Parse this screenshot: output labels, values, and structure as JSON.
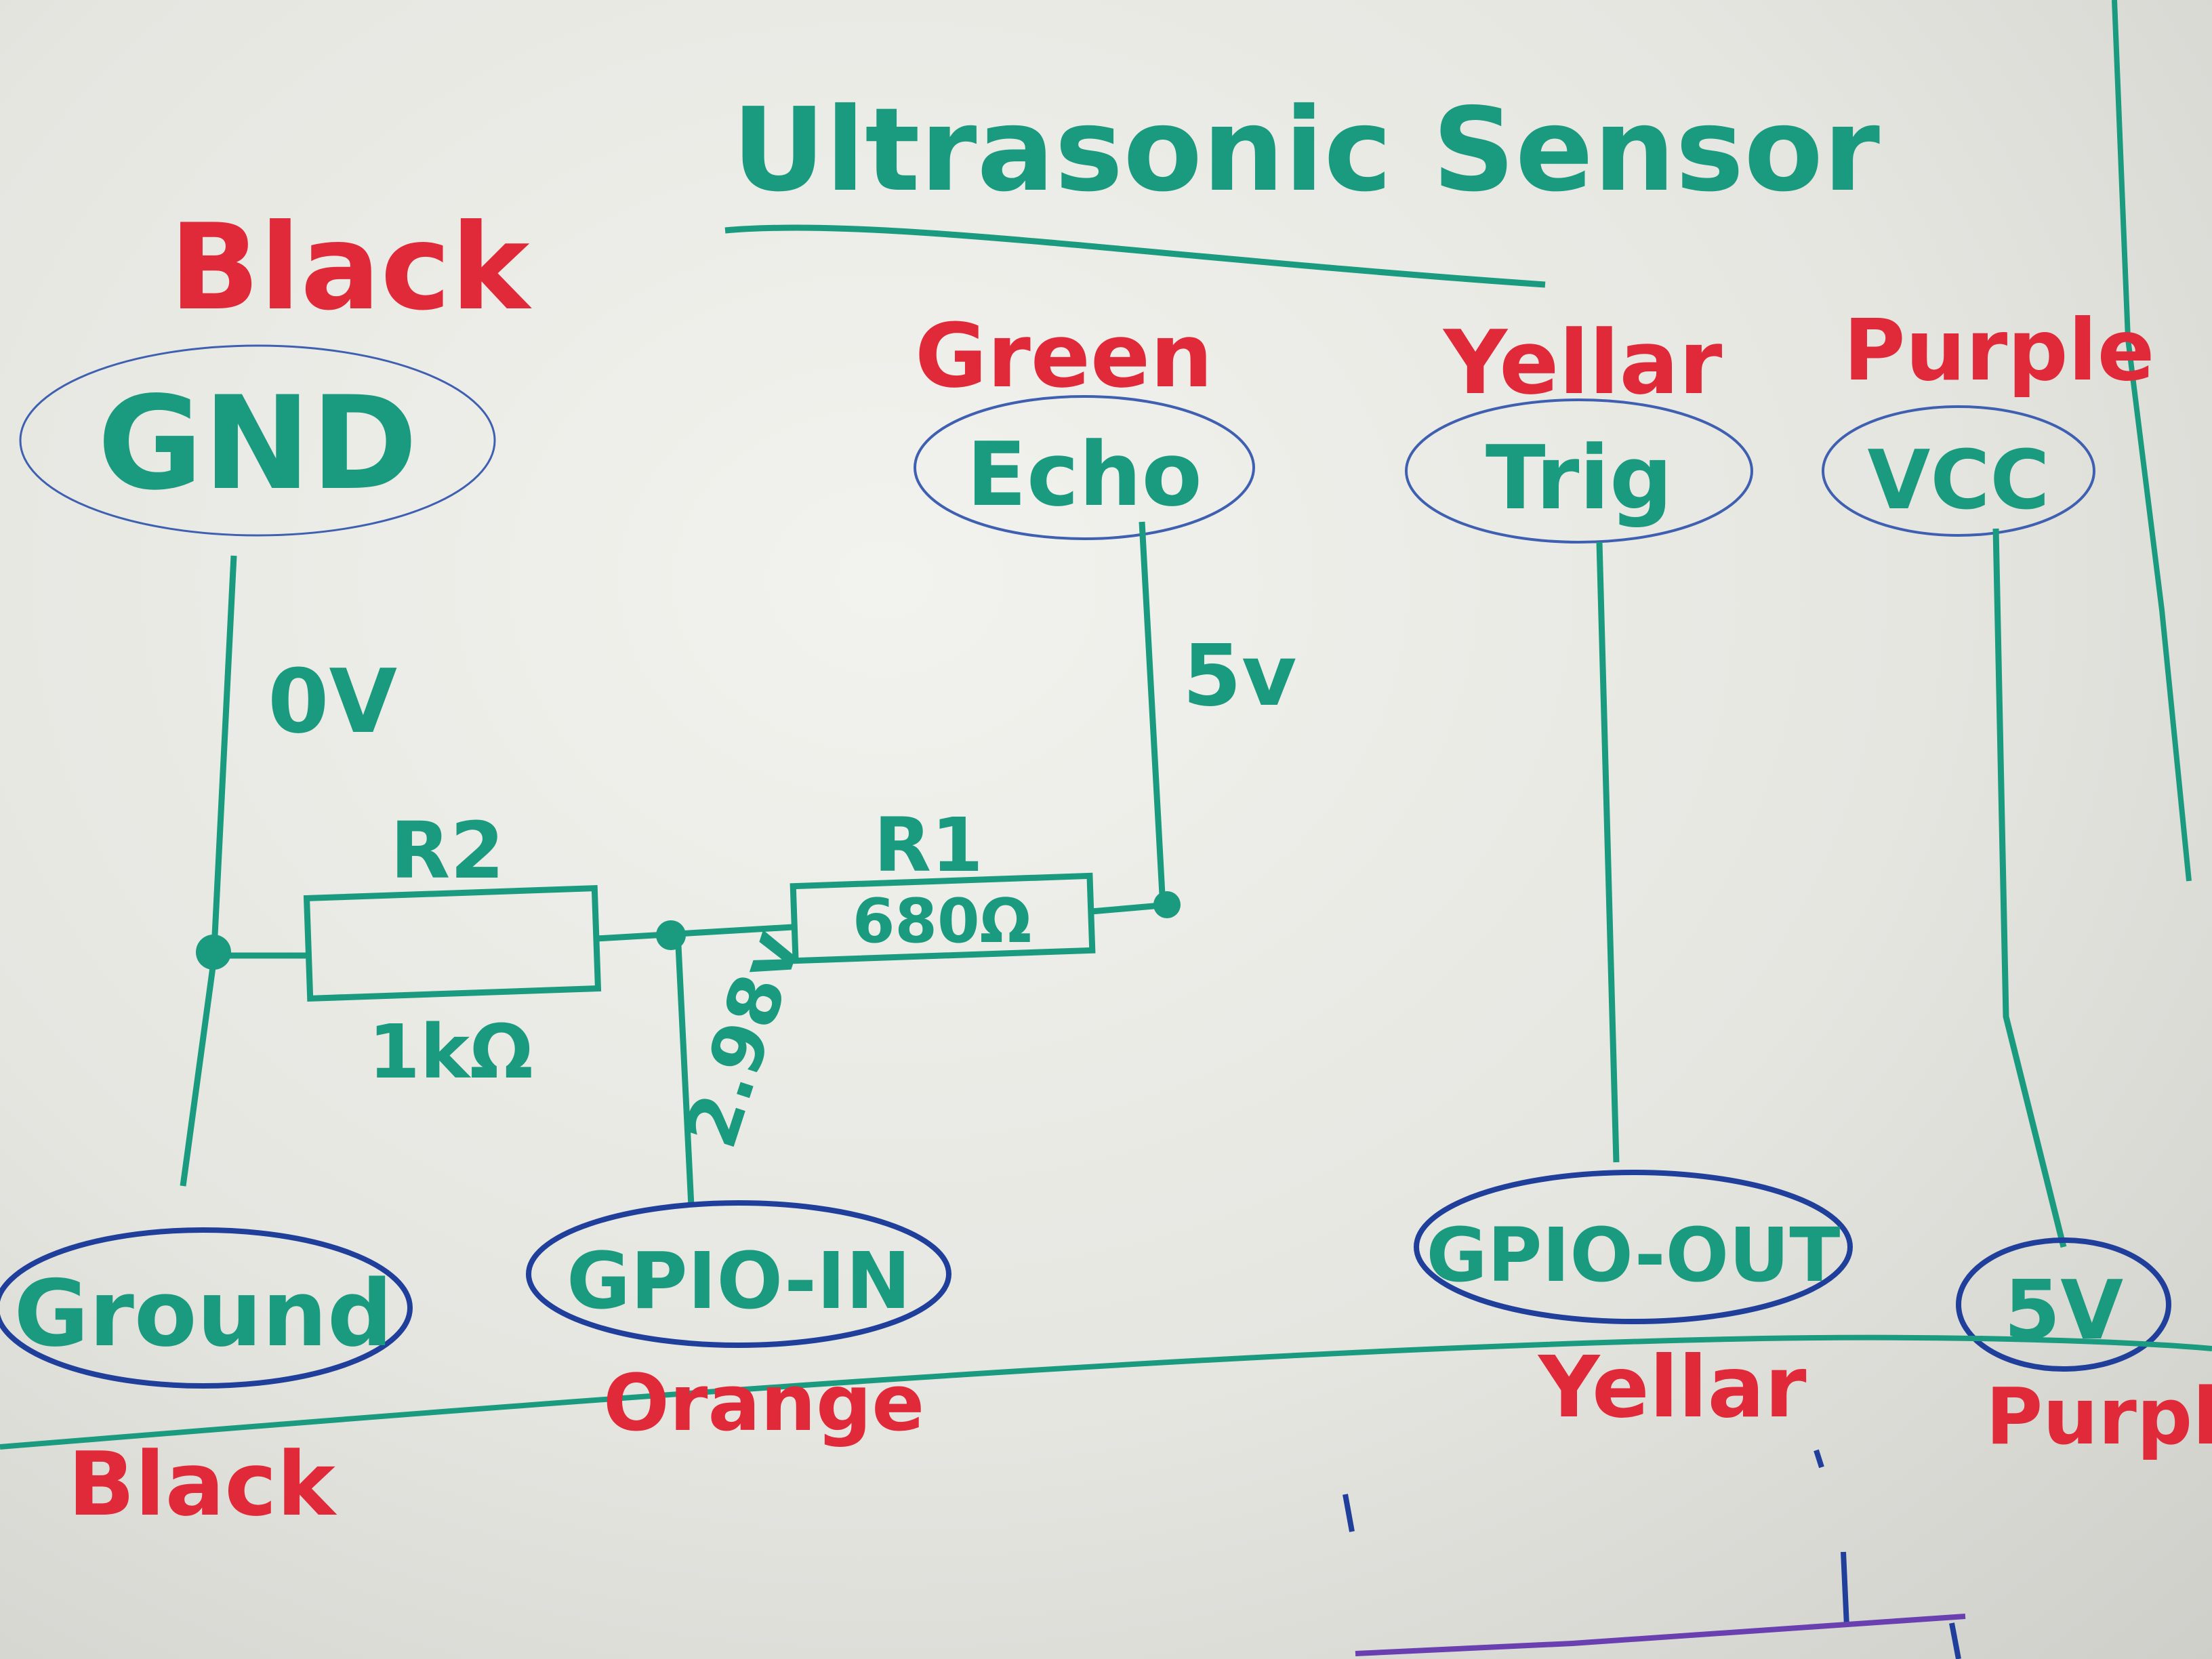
{
  "title": "Ultrasonic Sensor",
  "colors": {
    "marker_teal": "#1a9a7e",
    "marker_red": "#e02a3a",
    "marker_blue": "#1f3f9a",
    "marker_purple": "#6a3fb0"
  },
  "sensor_pins": [
    {
      "pin": "GND",
      "color": "Black",
      "voltage": "0V"
    },
    {
      "pin": "Echo",
      "color": "Green",
      "voltage": "5v"
    },
    {
      "pin": "Trig",
      "color": "Yellar"
    },
    {
      "pin": "VCC",
      "color": "Purple"
    }
  ],
  "resistors": [
    {
      "label": "R2",
      "value": "1kΩ"
    },
    {
      "label": "R1",
      "value": "680Ω"
    }
  ],
  "divider_voltage": "2.98v",
  "pi_pins": [
    {
      "pin": "Ground",
      "color": "Black"
    },
    {
      "pin": "GPIO-IN",
      "color": "Orange"
    },
    {
      "pin": "GPIO-OUT",
      "color": "Yellar"
    },
    {
      "pin": "5V",
      "color": "Purple"
    }
  ]
}
